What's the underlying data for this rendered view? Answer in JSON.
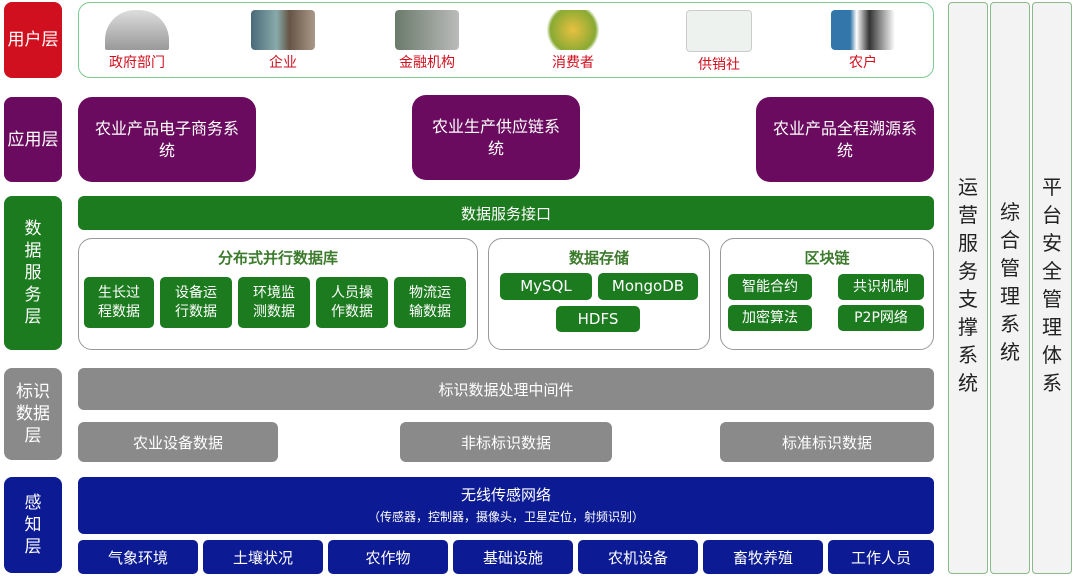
{
  "layers": {
    "user": "用户层",
    "app": "应用层",
    "data_service": "数据服务层",
    "identifier": "标识数据层",
    "sensing": "感知层"
  },
  "users": [
    {
      "label": "政府部门",
      "icon": "government-building-icon"
    },
    {
      "label": "企业",
      "icon": "factory-icon"
    },
    {
      "label": "金融机构",
      "icon": "bank-photo-icon"
    },
    {
      "label": "消费者",
      "icon": "produce-icon"
    },
    {
      "label": "供销社",
      "icon": "coop-sign-icon"
    },
    {
      "label": "农户",
      "icon": "farmer-cow-icon"
    }
  ],
  "apps": [
    "农业产品电子商务系统",
    "农业生产供应链系统",
    "农业产品全程溯源系统"
  ],
  "data_service": {
    "interface": "数据服务接口",
    "distributed_db": {
      "title": "分布式并行数据库",
      "items": [
        "生长过程数据",
        "设备运行数据",
        "环境监测数据",
        "人员操作数据",
        "物流运输数据"
      ]
    },
    "storage": {
      "title": "数据存储",
      "items": [
        "MySQL",
        "MongoDB",
        "HDFS"
      ]
    },
    "blockchain": {
      "title": "区块链",
      "items": [
        "智能合约",
        "共识机制",
        "加密算法",
        "P2P网络"
      ]
    }
  },
  "identifier": {
    "middleware": "标识数据处理中间件",
    "items": [
      "农业设备数据",
      "非标标识数据",
      "标准标识数据"
    ]
  },
  "sensing": {
    "network": "无线传感网络",
    "network_detail": "（传感器，控制器，摄像头，卫星定位，射频识别）",
    "items": [
      "气象环境",
      "土壤状况",
      "农作物",
      "基础设施",
      "农机设备",
      "畜牧养殖",
      "工作人员"
    ]
  },
  "right_columns": [
    "运营服务支撑系统",
    "综合管理系统",
    "平台安全管理体系"
  ],
  "colors": {
    "user": "#d0101e",
    "app": "#6a0b5f",
    "data": "#1d7b1f",
    "identifier": "#8a8a8a",
    "sensing": "#0c1a93"
  }
}
